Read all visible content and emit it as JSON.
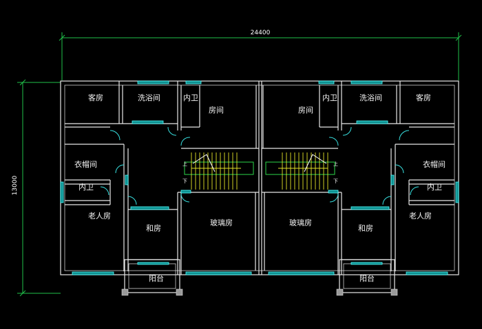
{
  "dimensions": {
    "width_label": "24400",
    "height_label": "13000"
  },
  "rooms": {
    "guest_left": "客房",
    "bath_left": "洗浴间",
    "inner_wc_left_top": "内卫",
    "room_left": "房间",
    "room_right": "房间",
    "inner_wc_right_top": "内卫",
    "bath_right": "洗浴间",
    "guest_right": "客房",
    "closet_left": "衣帽间",
    "closet_right": "衣帽间",
    "inner_wc_left": "内卫",
    "inner_wc_right": "内卫",
    "elder_left": "老人房",
    "elder_right": "老人房",
    "japanese_left": "和房",
    "japanese_right": "和房",
    "glass_left": "玻璃房",
    "glass_right": "玻璃房",
    "balcony_left": "阳台",
    "balcony_right": "阳台"
  },
  "stairs": {
    "up": "上",
    "down": "下"
  },
  "colors": {
    "walls": "#e8e8e8",
    "dimension": "#21c24a",
    "window": "#55ffff",
    "stairs": "#e6e62a",
    "background": "#000000"
  }
}
